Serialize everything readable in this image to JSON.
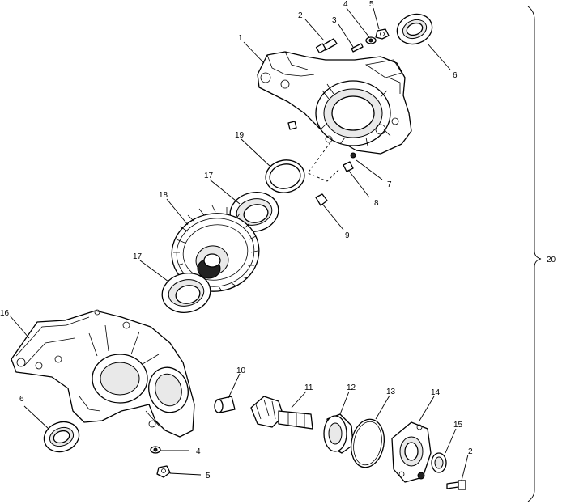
{
  "callouts": {
    "c1": "1",
    "c2a": "2",
    "c3": "3",
    "c4a": "4",
    "c5a": "5",
    "c6a": "6",
    "c7": "7",
    "c8": "8",
    "c9": "9",
    "c10": "10",
    "c11": "11",
    "c12": "12",
    "c13": "13",
    "c14": "14",
    "c15": "15",
    "c2b": "2",
    "c4b": "4",
    "c5b": "5",
    "c6b": "6",
    "c16": "16",
    "c17a": "17",
    "c17b": "17",
    "c18": "18",
    "c19": "19",
    "c20": "20"
  }
}
